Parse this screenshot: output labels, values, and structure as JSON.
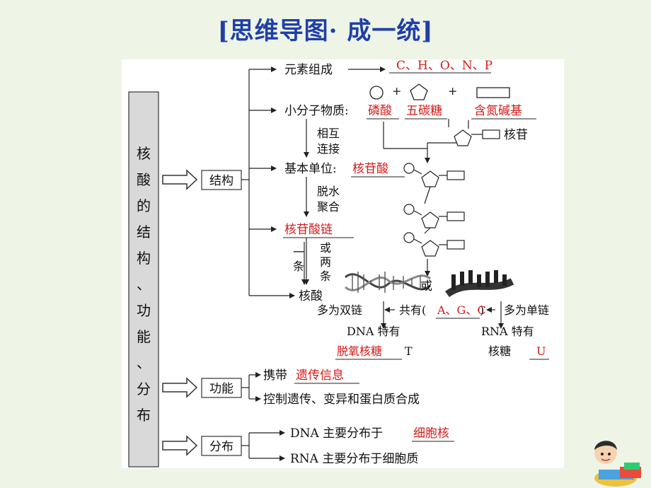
{
  "title": "[思维导图·  成一统]",
  "left_box": [
    "核",
    "酸",
    "的",
    "结",
    "构",
    "、",
    "功",
    "能",
    "、",
    "分",
    "布"
  ],
  "branches": {
    "structure": "结构",
    "function": "功能",
    "distribution": "分布"
  },
  "structure": {
    "elements_label": "元素组成",
    "elements_value": "C、H、O、N、P",
    "small_molecules_label": "小分子物质:",
    "small_molecules": [
      "磷酸",
      "五碳糖",
      "含氮碱基"
    ],
    "plus": "+",
    "nucleoside": "核苷",
    "connect": [
      "相互",
      "连接"
    ],
    "basic_unit_label": "基本单位:",
    "basic_unit_value": "核苷酸",
    "dehydrate": [
      "脱水",
      "聚合"
    ],
    "chain": "核苷酸链",
    "one_chain": "一条",
    "or_two": [
      "或",
      "两",
      "条"
    ],
    "nucleic_acid": "核酸",
    "or_text": "或",
    "mostly_double": "多为双链",
    "common_prefix": "共有(",
    "common_value": "A、G、C",
    "common_suffix": ")",
    "mostly_single": "多为单链",
    "dna_unique": "DNA 特有",
    "dna_sugar": "脱氧核糖",
    "dna_base": "T",
    "rna_unique": "RNA 特有",
    "rna_sugar": "核糖",
    "rna_base": "U"
  },
  "function": {
    "carry_label": "携带",
    "carry_value": "遗传信息",
    "control": "控制遗传、变异和蛋白质合成"
  },
  "distribution": {
    "dna_text": "DNA 主要分布于",
    "dna_value": "细胞核",
    "rna_text": "RNA 主要分布于细胞质"
  },
  "colors": {
    "title": "#1f3fa8",
    "highlight": "#d61a1a",
    "background": "#eef5e6"
  }
}
